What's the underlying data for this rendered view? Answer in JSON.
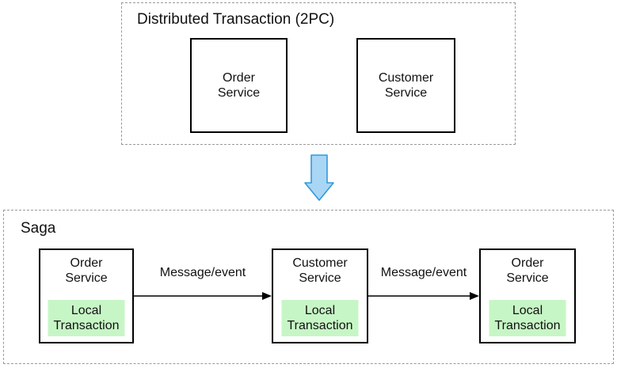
{
  "top_section": {
    "title": "Distributed Transaction (2PC)",
    "boxes": [
      {
        "label": "Order\nService"
      },
      {
        "label": "Customer\nService"
      }
    ]
  },
  "transition_arrow": {
    "icon": "down-arrow-icon",
    "fill": "#a9d6f4",
    "stroke": "#3398db"
  },
  "saga_section": {
    "title": "Saga",
    "boxes": [
      {
        "label": "Order\nService",
        "local_transaction": "Local\nTransaction"
      },
      {
        "label": "Customer\nService",
        "local_transaction": "Local\nTransaction"
      },
      {
        "label": "Order\nService",
        "local_transaction": "Local\nTransaction"
      }
    ],
    "arrows": [
      {
        "label": "Message/event"
      },
      {
        "label": "Message/event"
      }
    ]
  },
  "colors": {
    "local_transaction_bg": "#c7f6c6",
    "box_border": "#000000",
    "dashed_border": "#999999",
    "arrow_line": "#000000",
    "text": "#111111"
  }
}
